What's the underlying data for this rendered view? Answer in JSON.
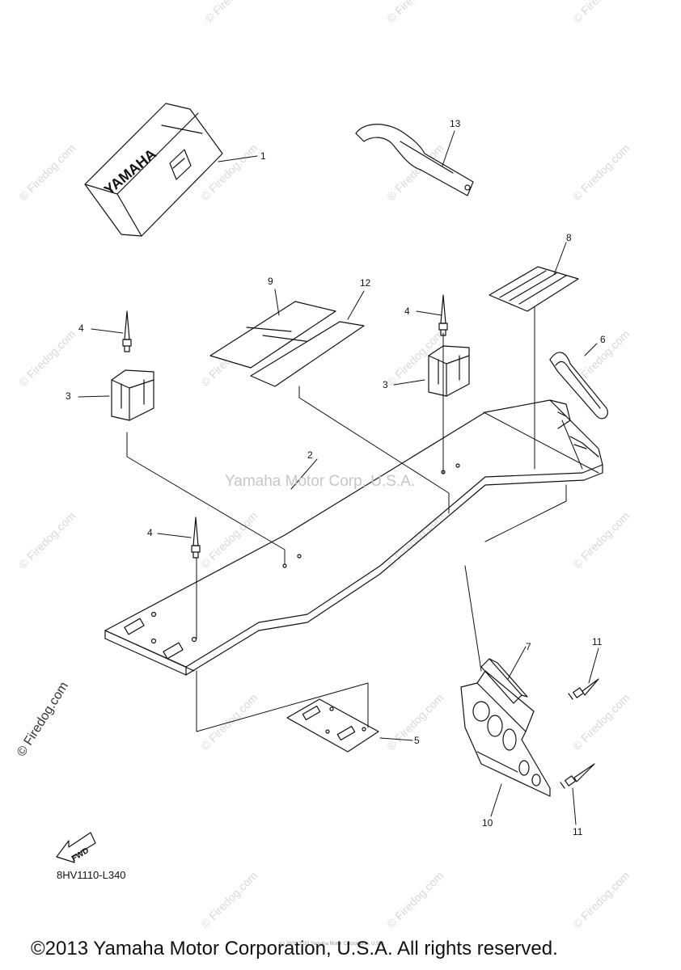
{
  "watermark": {
    "site": "© Firedog.com",
    "corp": "Yamaha Motor Corp, U.S.A.",
    "side": "© Firedog.com",
    "tiny": "(c) 2005-2015 Yamaha Motor Corporation, U.S.A."
  },
  "parts": {
    "p1": {
      "label": "1",
      "logo": "YAMAHA"
    },
    "p2": {
      "label": "2"
    },
    "p3a": {
      "label": "3"
    },
    "p3b": {
      "label": "3"
    },
    "p4a": {
      "label": "4"
    },
    "p4b": {
      "label": "4"
    },
    "p4c": {
      "label": "4"
    },
    "p5": {
      "label": "5"
    },
    "p6": {
      "label": "6"
    },
    "p7": {
      "label": "7"
    },
    "p8": {
      "label": "8"
    },
    "p9": {
      "label": "9"
    },
    "p10": {
      "label": "10"
    },
    "p11a": {
      "label": "11"
    },
    "p11b": {
      "label": "11"
    },
    "p12": {
      "label": "12"
    },
    "p13": {
      "label": "13"
    }
  },
  "fwd_label": "FWD",
  "diagram_code": "8HV1110-L340",
  "copyright": "©2013 Yamaha Motor Corporation, U.S.A. All rights reserved.",
  "colors": {
    "line": "#111111",
    "watermark": "#d8d8d8"
  }
}
